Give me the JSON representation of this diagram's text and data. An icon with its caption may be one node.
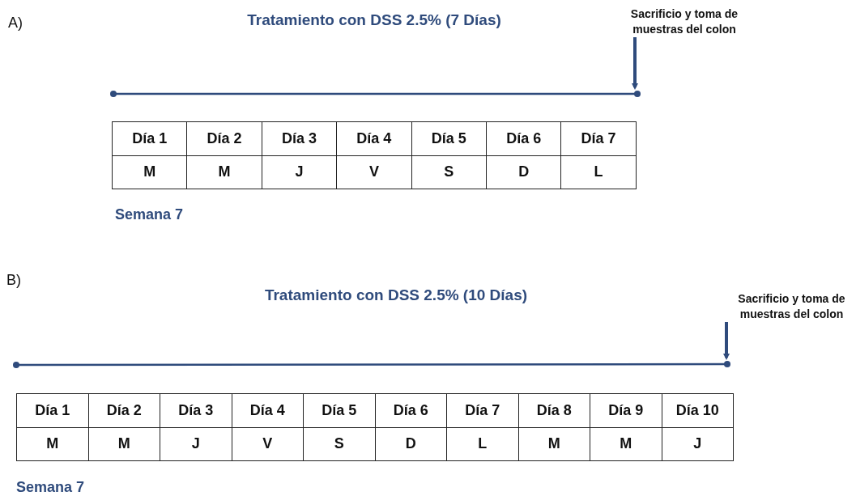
{
  "diagram": {
    "nodes": [
      {
        "text": [
          "Sacrificio y toma de muestras del colon"
        ]
      },
      {
        "text": [
          "Sacrificio y toma de muestras del colon"
        ]
      }
    ],
    "edges": [
      {
        "from": 0,
        "to": null,
        "arrow": "to"
      },
      {
        "from": 1,
        "to": null,
        "arrow": "to"
      }
    ],
    "labels": [
      "A)",
      "Tratamiento con DSS 2.5% (7 Días)",
      "Día 1",
      "Día 2",
      "Día 3",
      "Día 4",
      "Día 5",
      "Día 6",
      "Día 7",
      "M",
      "M",
      "J",
      "V",
      "S",
      "D",
      "L",
      "Semana 7",
      "B)",
      "Tratamiento con DSS 2.5% (10 Días)",
      "Día 1",
      "Día 2",
      "Día 3",
      "Día 4",
      "Día 5",
      "Día 6",
      "Día 7",
      "Día 8",
      "Día 9",
      "Día 10",
      "M",
      "M",
      "J",
      "V",
      "S",
      "D",
      "L",
      "M",
      "M",
      "J",
      "Semana 7"
    ]
  }
}
